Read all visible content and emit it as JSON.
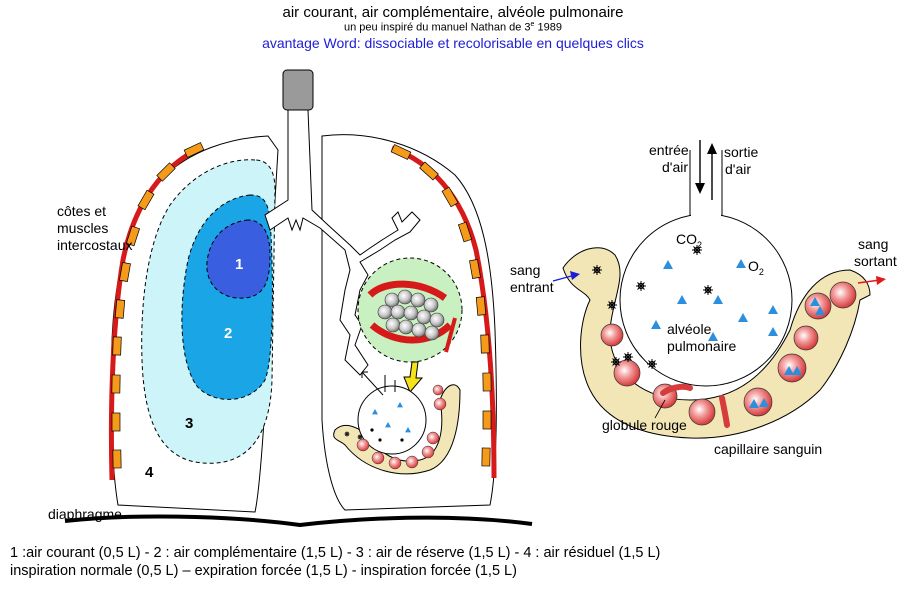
{
  "header": {
    "title": "air courant, air complémentaire, alvéole pulmonaire",
    "subtitle": "un peu inspiré du manuel Nathan de 3e 1989",
    "note": "avantage Word: dissociable et recolorisable en quelques clics"
  },
  "lung_labels": {
    "ribs_line1": "côtes et",
    "ribs_line2": "muscles",
    "ribs_line3": "intercostaux",
    "diaphragm": "diaphragme",
    "zone1": "1",
    "zone2": "2",
    "zone3": "3",
    "zone4": "4"
  },
  "alveolus_labels": {
    "air_in_line1": "entrée",
    "air_in_line2": "d'air",
    "air_out_line1": "sortie",
    "air_out_line2": "d'air",
    "co2": "CO",
    "co2_sub": "2",
    "o2": "O",
    "o2_sub": "2",
    "blood_in_line1": "sang",
    "blood_in_line2": "entrant",
    "blood_out_line1": "sang",
    "blood_out_line2": "sortant",
    "alveole_line1": "alvéole",
    "alveole_line2": "pulmonaire",
    "red_cell": "globule rouge",
    "capillary": "capillaire sanguin"
  },
  "legend": {
    "line1": "1 :air courant (0,5 L) - 2 : air complémentaire (1,5 L)  - 3 : air de réserve (1,5 L) - 4 : air résiduel (1,5 L)",
    "line2": "inspiration normale (0,5 L) – expiration  forcée (1,5 L) - inspiration  forcée (1,5 L)"
  },
  "colors": {
    "zone1": "#3a5ee0",
    "zone2": "#1aa6e6",
    "zone3": "#cdf4f8",
    "rib_red": "#d61a1a",
    "rib_orange": "#f59a1a",
    "trachea_cap": "#9a9a9a",
    "capillary_fill": "#f2e6b6",
    "red_cell": "#e86a6a",
    "o2_triangle": "#2b8fe0",
    "blue_text": "#1d1dd6"
  }
}
